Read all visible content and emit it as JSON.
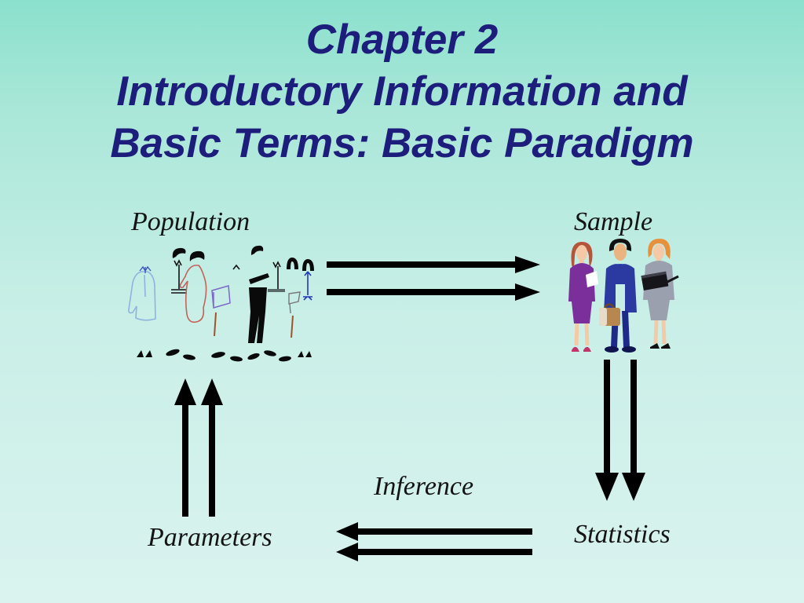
{
  "slide": {
    "title": {
      "lines": [
        "Chapter 2",
        "Introductory Information and",
        "Basic Terms: Basic Paradigm"
      ],
      "color": "#1d1d7c"
    },
    "diagram": {
      "population_label": "Population",
      "sample_label": "Sample",
      "inference_label": "Inference",
      "statistics_label": "Statistics",
      "parameters_label": "Parameters",
      "arrows": [
        {
          "name": "population-to-sample",
          "direction": "right",
          "count": 2
        },
        {
          "name": "sample-to-statistics",
          "direction": "down",
          "count": 2
        },
        {
          "name": "statistics-to-parameters",
          "direction": "left",
          "count": 2
        },
        {
          "name": "parameters-to-population",
          "direction": "up",
          "count": 2
        }
      ],
      "cliparts": {
        "population": "crowd-sketch-clipart",
        "sample": "three-business-people-clipart"
      }
    },
    "colors": {
      "background_top": "#8be0cd",
      "background_bottom": "#daf3ef",
      "title_text": "#1d1d7c",
      "label_text": "#141414",
      "arrow": "#000000"
    }
  }
}
